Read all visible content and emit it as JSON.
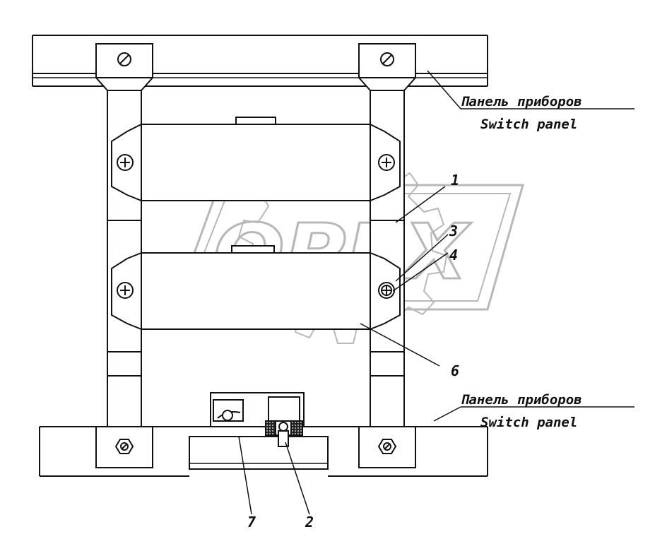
{
  "labels": {
    "top_ru": "Панель приборов",
    "top_en": "Switch panel",
    "bottom_ru": "Панель приборов",
    "bottom_en": "Switch panel"
  },
  "callouts": {
    "c1": "1",
    "c2": "2",
    "c3": "3",
    "c4": "4",
    "c6": "6",
    "c7": "7"
  },
  "watermark": {
    "text": "OPEX"
  },
  "colors": {
    "line": "#111111",
    "fill": "#ffffff",
    "watermark": "#b8b8b8"
  }
}
